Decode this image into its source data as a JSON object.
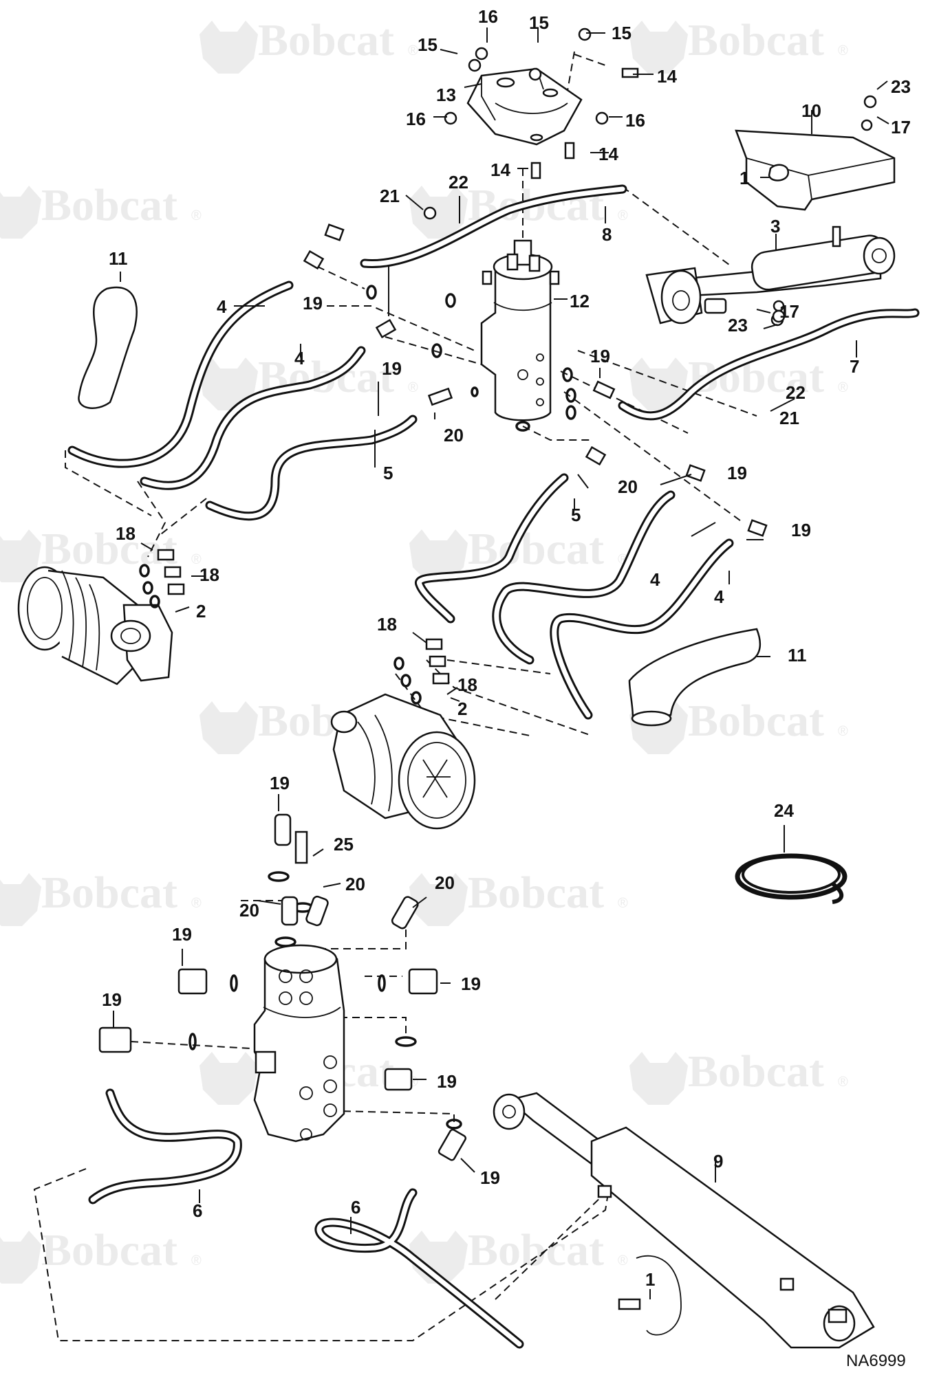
{
  "watermark": {
    "brand": "Bobcat",
    "mark": "®"
  },
  "drawing_code": "NA6999",
  "callouts": {
    "c1a": "1",
    "c1b": "1",
    "c2a": "2",
    "c2b": "2",
    "c3": "3",
    "c4a": "4",
    "c4b": "4",
    "c4c": "4",
    "c4d": "4",
    "c5a": "5",
    "c5b": "5",
    "c6a": "6",
    "c6b": "6",
    "c7": "7",
    "c8": "8",
    "c9": "9",
    "c10": "10",
    "c11a": "11",
    "c11b": "11",
    "c12": "12",
    "c13": "13",
    "c14a": "14",
    "c14b": "14",
    "c14c": "14",
    "c15a": "15",
    "c15b": "15",
    "c15c": "15",
    "c16a": "16",
    "c16b": "16",
    "c16c": "16",
    "c17a": "17",
    "c17b": "17",
    "c18a": "18",
    "c18b": "18",
    "c18c": "18",
    "c18d": "18",
    "c19a": "19",
    "c19b": "19",
    "c19c": "19",
    "c19d": "19",
    "c19e": "19",
    "c19f": "19",
    "c19g": "19",
    "c19h": "19",
    "c19i": "19",
    "c19j": "19",
    "c19k": "19",
    "c20a": "20",
    "c20b": "20",
    "c20c": "20",
    "c20d": "20",
    "c20e": "20",
    "c21a": "21",
    "c21b": "21",
    "c22a": "22",
    "c22b": "22",
    "c23a": "23",
    "c23b": "23",
    "c24": "24",
    "c25": "25"
  }
}
